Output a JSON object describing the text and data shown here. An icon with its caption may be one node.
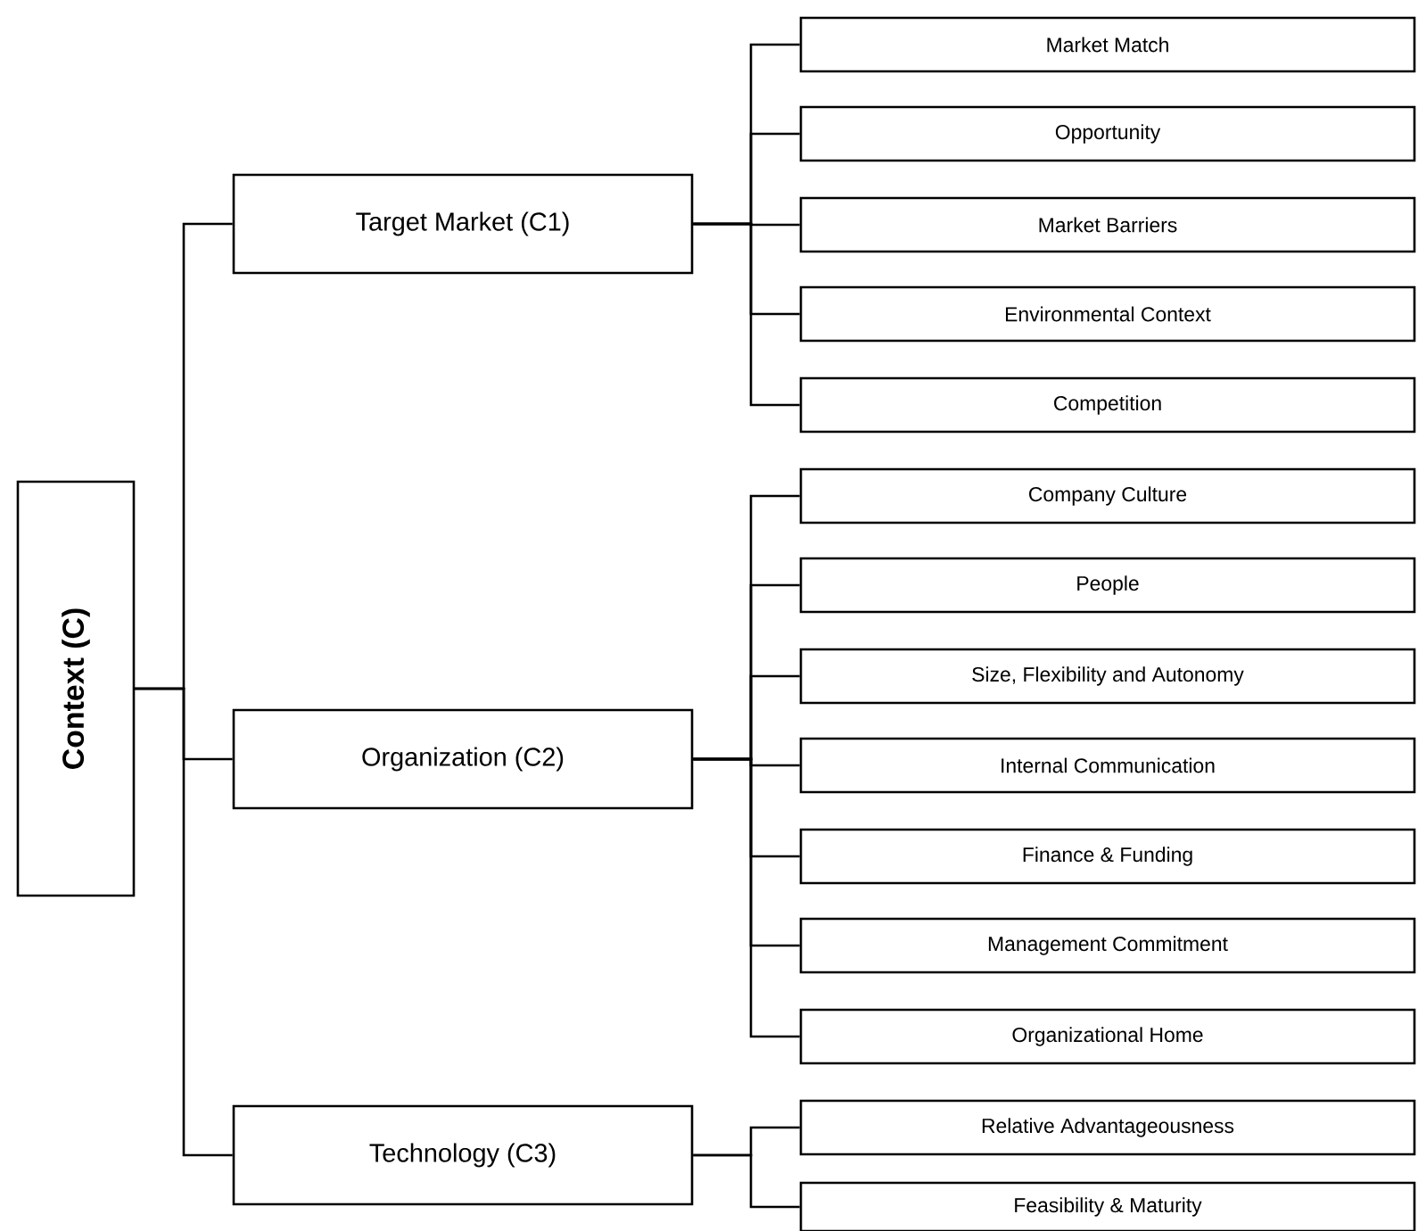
{
  "diagram": {
    "nodes": [
      {
        "text": [
          "Context (C)"
        ]
      },
      {
        "text": [
          "Target Market (C1)"
        ]
      },
      {
        "text": [
          "Organization (C2)"
        ]
      },
      {
        "text": [
          "Technology (C3)"
        ]
      },
      {
        "text": [
          "Market Match"
        ]
      },
      {
        "text": [
          "Opportunity"
        ]
      },
      {
        "text": [
          "Market Barriers"
        ]
      },
      {
        "text": [
          "Environmental Context"
        ]
      },
      {
        "text": [
          "Competition"
        ]
      },
      {
        "text": [
          "Company Culture"
        ]
      },
      {
        "text": [
          "People"
        ]
      },
      {
        "text": [
          "Size, Flexibility and Autonomy"
        ]
      },
      {
        "text": [
          "Internal Communication"
        ]
      },
      {
        "text": [
          "Finance & Funding"
        ]
      },
      {
        "text": [
          "Management Commitment"
        ]
      },
      {
        "text": [
          "Organizational Home"
        ]
      },
      {
        "text": [
          "Relative Advantageousness"
        ]
      },
      {
        "text": [
          "Feasibility & Maturity"
        ]
      }
    ],
    "edges": [
      {
        "from": 0,
        "to": 1,
        "arrow": "none"
      },
      {
        "from": 0,
        "to": 2,
        "arrow": "none"
      },
      {
        "from": 0,
        "to": 3,
        "arrow": "none"
      },
      {
        "from": 1,
        "to": 4,
        "arrow": "none"
      },
      {
        "from": 1,
        "to": 5,
        "arrow": "none"
      },
      {
        "from": 1,
        "to": 6,
        "arrow": "none"
      },
      {
        "from": 1,
        "to": 7,
        "arrow": "none"
      },
      {
        "from": 1,
        "to": 8,
        "arrow": "none"
      },
      {
        "from": 2,
        "to": 9,
        "arrow": "none"
      },
      {
        "from": 2,
        "to": 10,
        "arrow": "none"
      },
      {
        "from": 2,
        "to": 11,
        "arrow": "none"
      },
      {
        "from": 2,
        "to": 12,
        "arrow": "none"
      },
      {
        "from": 2,
        "to": 13,
        "arrow": "none"
      },
      {
        "from": 2,
        "to": 14,
        "arrow": "none"
      },
      {
        "from": 2,
        "to": 15,
        "arrow": "none"
      },
      {
        "from": 3,
        "to": 16,
        "arrow": "none"
      },
      {
        "from": 3,
        "to": 17,
        "arrow": "none"
      }
    ]
  }
}
